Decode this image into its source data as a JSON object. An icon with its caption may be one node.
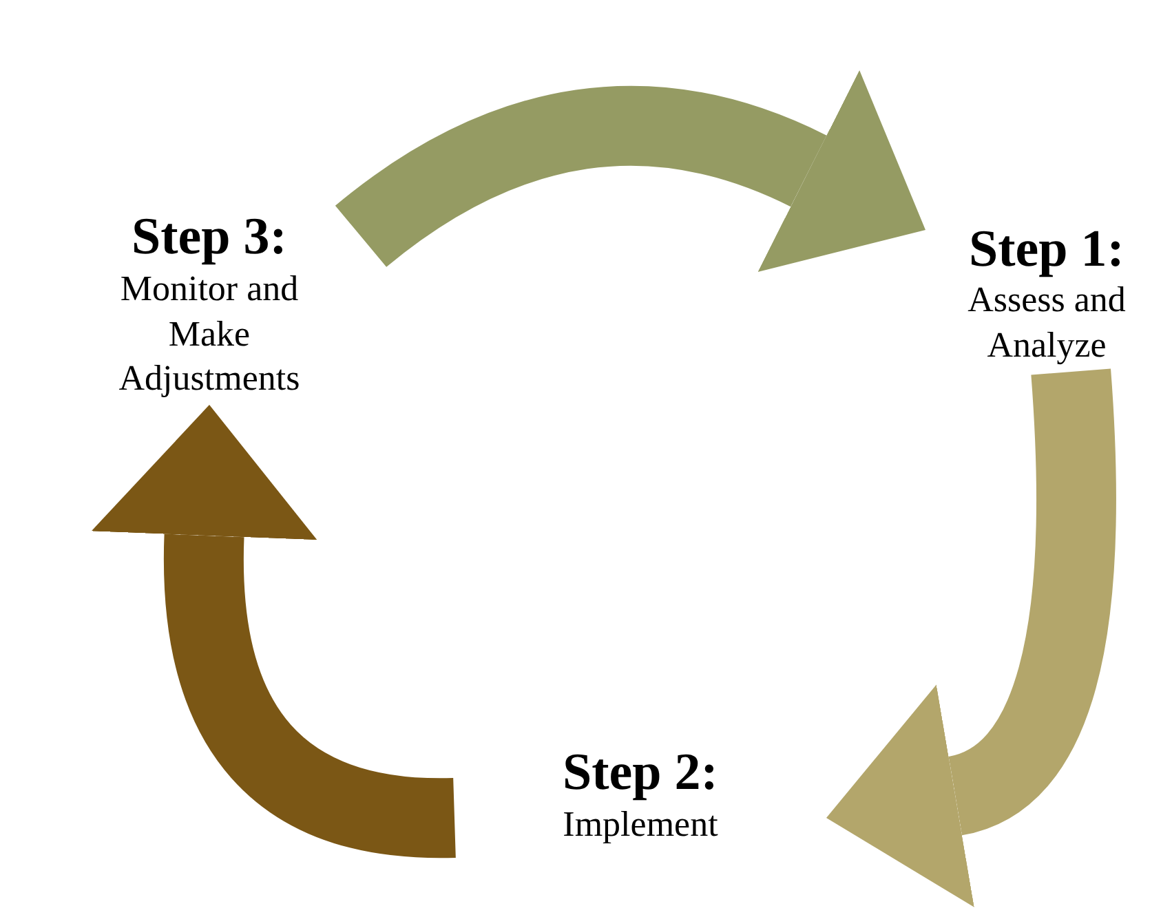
{
  "diagram": {
    "nodes": [
      {
        "text": [
          "Step 1:",
          "Assess and Analyze"
        ]
      },
      {
        "text": [
          "Step 2:",
          "Implement"
        ]
      },
      {
        "text": [
          "Step 3:",
          "Monitor and Make Adjustments"
        ]
      }
    ],
    "edges": [
      {
        "from": 2,
        "to": 0,
        "arrow": "to",
        "color": "#959b63"
      },
      {
        "from": 0,
        "to": 1,
        "arrow": "to",
        "color": "#b3a66b"
      },
      {
        "from": 1,
        "to": 2,
        "arrow": "to",
        "color": "#7b5715"
      }
    ]
  }
}
